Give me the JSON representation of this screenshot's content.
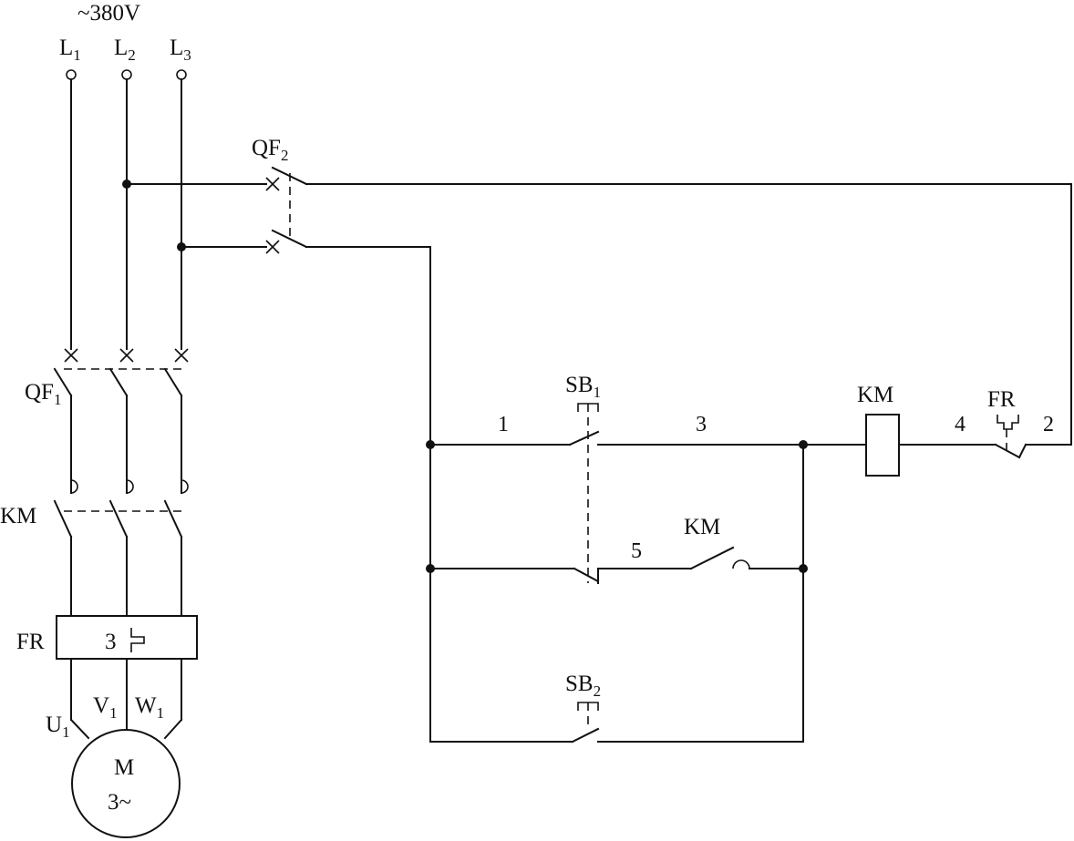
{
  "supply": {
    "voltage": "~380V"
  },
  "terminals": {
    "l1": {
      "base": "L",
      "sub": "1"
    },
    "l2": {
      "base": "L",
      "sub": "2"
    },
    "l3": {
      "base": "L",
      "sub": "3"
    }
  },
  "breakers": {
    "qf1": {
      "base": "QF",
      "sub": "1"
    },
    "qf2": {
      "base": "QF",
      "sub": "2"
    }
  },
  "main_contactor": {
    "label": "KM"
  },
  "overload": {
    "label": "FR",
    "poles": "3"
  },
  "motor": {
    "label": "M",
    "rating": "3~",
    "u": {
      "base": "U",
      "sub": "1"
    },
    "v": {
      "base": "V",
      "sub": "1"
    },
    "w": {
      "base": "W",
      "sub": "1"
    }
  },
  "control": {
    "stop_button": {
      "base": "SB",
      "sub": "1"
    },
    "start_button": {
      "base": "SB",
      "sub": "2"
    },
    "coil": {
      "label": "KM"
    },
    "holding_contact": {
      "label": "KM"
    },
    "fr_contact": {
      "label": "FR"
    },
    "nodes": {
      "n1": "1",
      "n2": "2",
      "n3": "3",
      "n4": "4",
      "n5": "5"
    }
  }
}
